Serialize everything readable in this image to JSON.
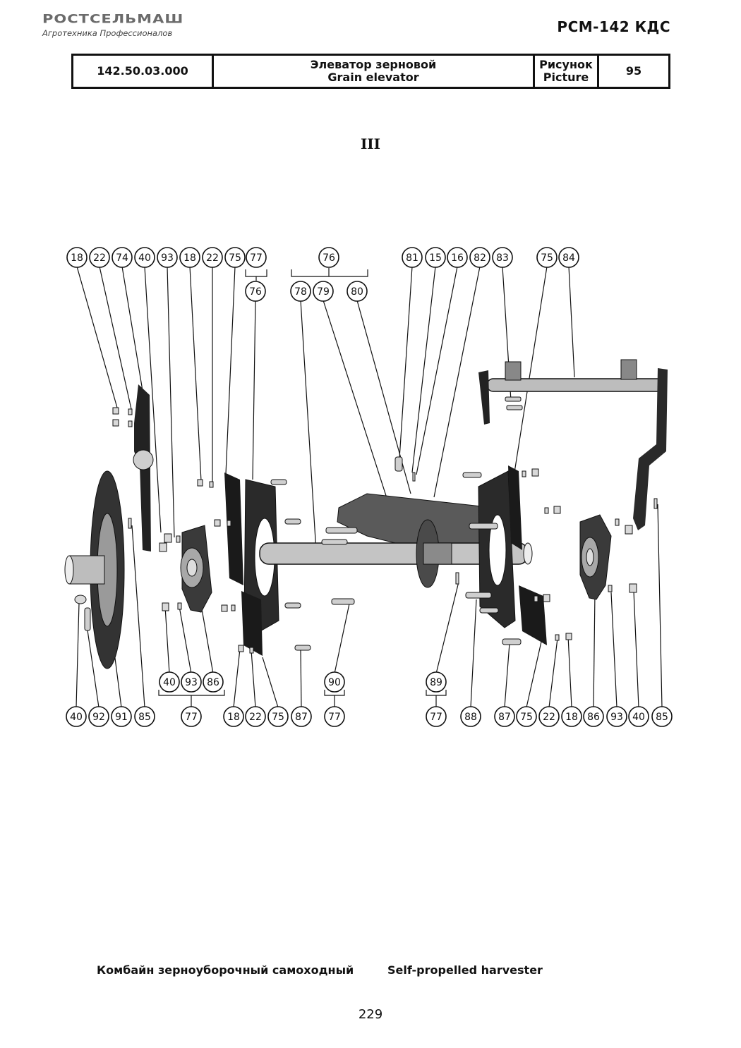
{
  "header": {
    "brand": "РОСТСЕЛЬМАШ",
    "tagline": "Агротехника Профессионалов",
    "model": "РСМ-142 КДС"
  },
  "table": {
    "part_number": "142.50.03.000",
    "title_ru": "Элеватор зерновой",
    "title_en": "Grain elevator",
    "figure_label_ru": "Рисунок",
    "figure_label_en": "Picture",
    "figure_number": "95"
  },
  "section_label": "III",
  "callouts": {
    "top": [
      "18",
      "22",
      "74",
      "40",
      "93",
      "18",
      "22",
      "75",
      "77",
      "76",
      "81",
      "15",
      "16",
      "82",
      "83",
      "75",
      "84"
    ],
    "top_sub": [
      "76",
      "78",
      "79",
      "80"
    ],
    "bottom_group": [
      "40",
      "93",
      "86",
      "90",
      "89"
    ],
    "bottom": [
      "40",
      "92",
      "91",
      "85",
      "77",
      "18",
      "22",
      "75",
      "87",
      "77",
      "77",
      "88",
      "87",
      "75",
      "22",
      "18",
      "86",
      "93",
      "40",
      "85"
    ]
  },
  "footer": {
    "left": "Комбайн зерноуборочный самоходный",
    "right": "Self-propelled harvester",
    "page": "229"
  }
}
